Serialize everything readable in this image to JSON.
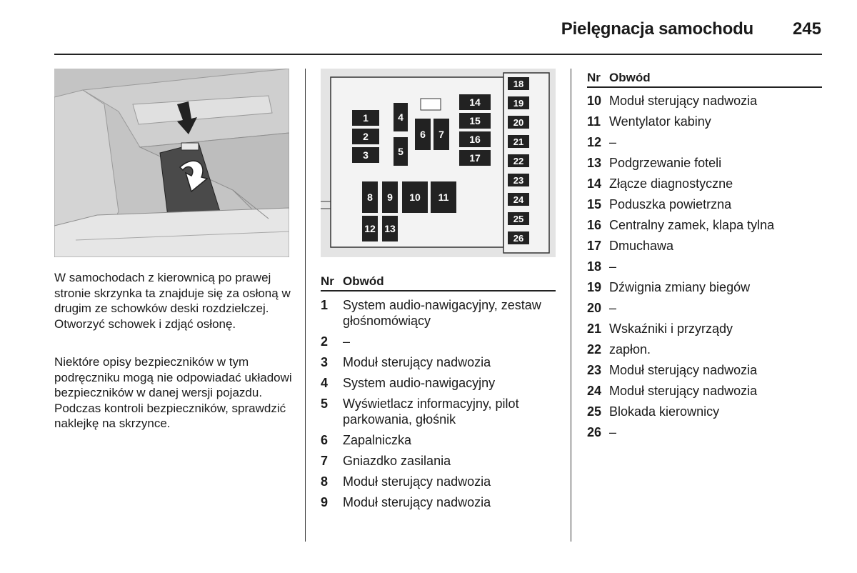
{
  "header": {
    "title": "Pielęgnacja samochodu",
    "page_number": "245"
  },
  "left": {
    "paragraph1": "W samochodach z kierownicą po prawej stronie skrzynka ta znajduje się za osłoną w drugim ze schowków deski rozdzielczej. Otworzyć schowek i zdjąć osłonę.",
    "paragraph2": "Niektóre opisy bezpieczników w tym podręczniku mogą nie odpowiadać układowi bezpieczników w danej wersji pojazdu. Podczas kontroli bezpieczników, sprawdzić naklejkę na skrzynce."
  },
  "fuse_figure": {
    "labels": [
      "1",
      "2",
      "3",
      "4",
      "5",
      "6",
      "7",
      "8",
      "9",
      "10",
      "11",
      "12",
      "13",
      "14",
      "15",
      "16",
      "17",
      "18",
      "19",
      "20",
      "21",
      "22",
      "23",
      "24",
      "25",
      "26"
    ]
  },
  "table_mid": {
    "col_nr": "Nr",
    "col_circuit": "Obwód",
    "rows": [
      {
        "nr": "1",
        "desc": "System audio-nawigacyjny, zestaw głośnomówiący"
      },
      {
        "nr": "2",
        "desc": "–"
      },
      {
        "nr": "3",
        "desc": "Moduł sterujący nadwozia"
      },
      {
        "nr": "4",
        "desc": "System audio-nawigacyjny"
      },
      {
        "nr": "5",
        "desc": "Wyświetlacz informacyjny, pilot parkowania, głośnik"
      },
      {
        "nr": "6",
        "desc": "Zapalniczka"
      },
      {
        "nr": "7",
        "desc": "Gniazdko zasilania"
      },
      {
        "nr": "8",
        "desc": "Moduł sterujący nadwozia"
      },
      {
        "nr": "9",
        "desc": "Moduł sterujący nadwozia"
      }
    ]
  },
  "table_right": {
    "col_nr": "Nr",
    "col_circuit": "Obwód",
    "rows": [
      {
        "nr": "10",
        "desc": "Moduł sterujący nadwozia"
      },
      {
        "nr": "11",
        "desc": "Wentylator kabiny"
      },
      {
        "nr": "12",
        "desc": "–"
      },
      {
        "nr": "13",
        "desc": "Podgrzewanie foteli"
      },
      {
        "nr": "14",
        "desc": "Złącze diagnostyczne"
      },
      {
        "nr": "15",
        "desc": "Poduszka powietrzna"
      },
      {
        "nr": "16",
        "desc": "Centralny zamek, klapa tylna"
      },
      {
        "nr": "17",
        "desc": "Dmuchawa"
      },
      {
        "nr": "18",
        "desc": "–"
      },
      {
        "nr": "19",
        "desc": "Dźwignia zmiany biegów"
      },
      {
        "nr": "20",
        "desc": "–"
      },
      {
        "nr": "21",
        "desc": "Wskaźniki i przyrządy"
      },
      {
        "nr": "22",
        "desc": "zapłon."
      },
      {
        "nr": "23",
        "desc": "Moduł sterujący nadwozia"
      },
      {
        "nr": "24",
        "desc": "Moduł sterujący nadwozia"
      },
      {
        "nr": "25",
        "desc": "Blokada kierownicy"
      },
      {
        "nr": "26",
        "desc": "–"
      }
    ]
  }
}
